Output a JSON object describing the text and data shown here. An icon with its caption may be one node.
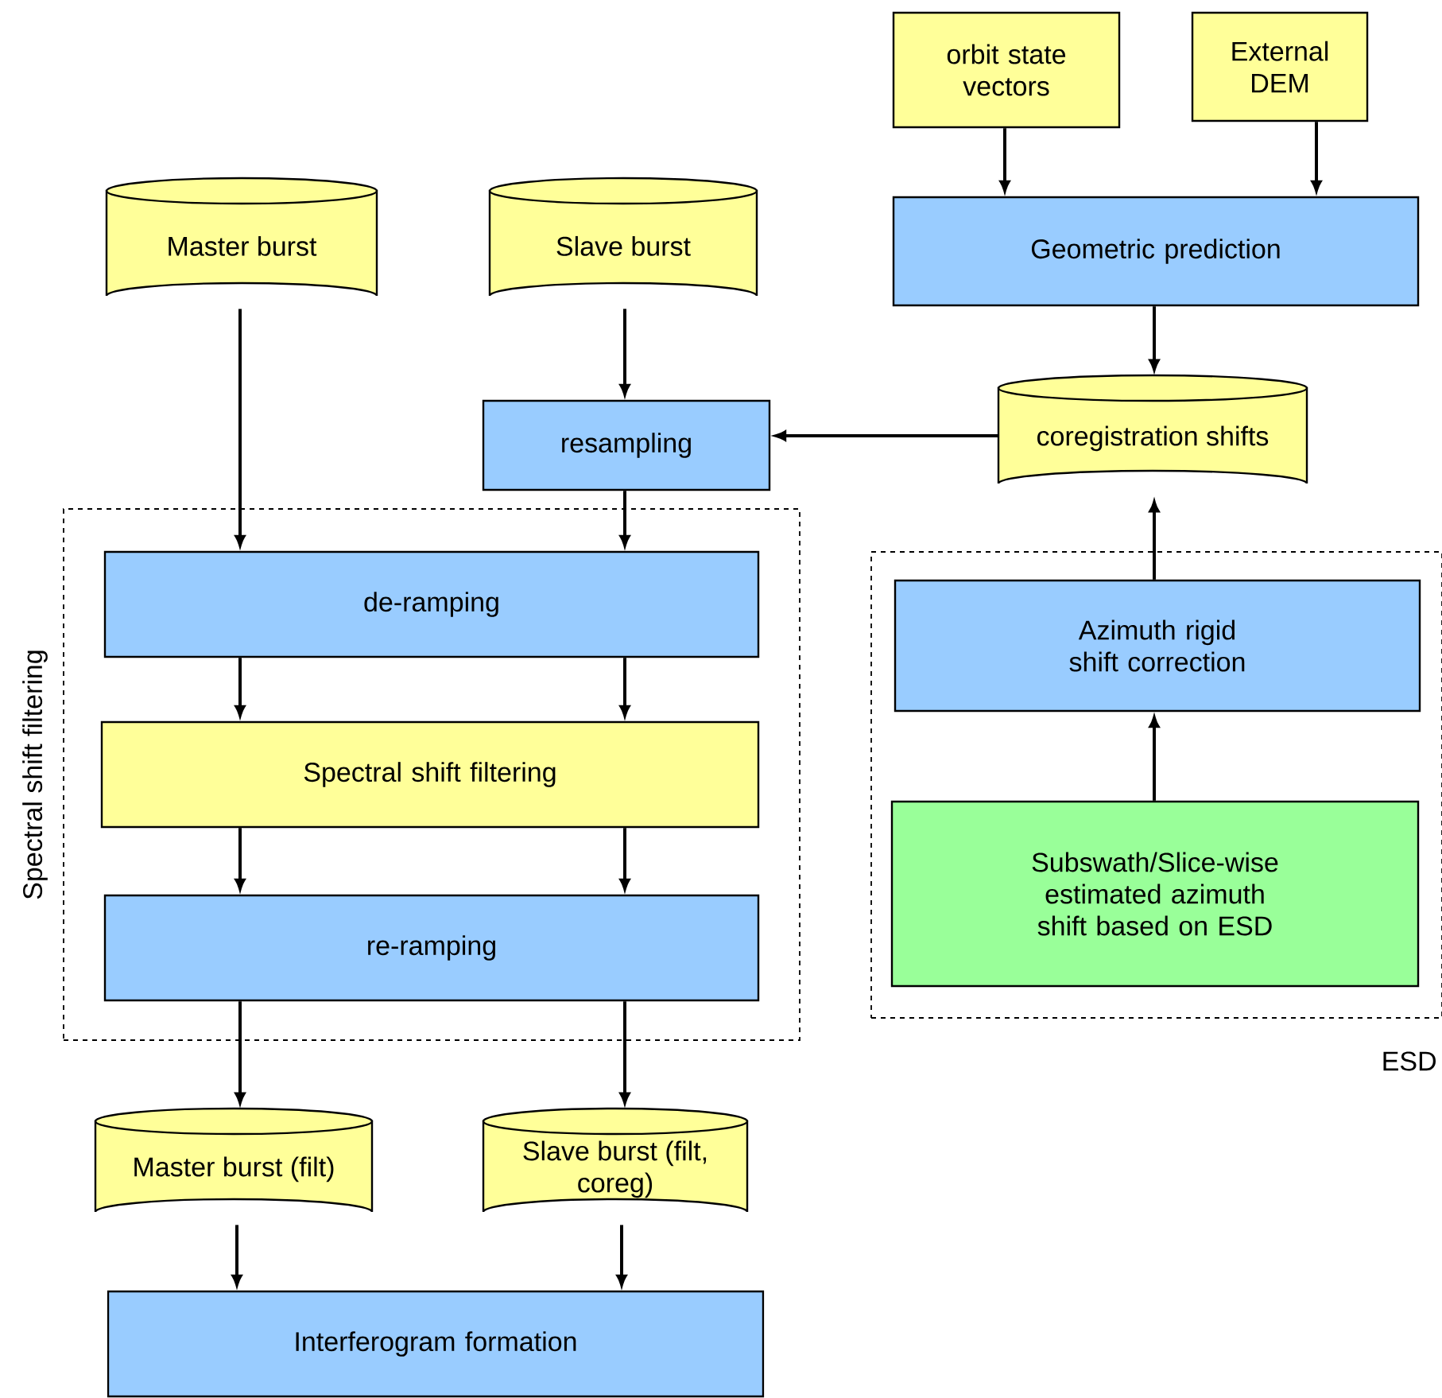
{
  "diagram": {
    "nodes": [
      {
        "text": [
          "orbit state vectors"
        ]
      },
      {
        "text": [
          "External DEM"
        ]
      },
      {
        "text": [
          "Master burst"
        ]
      },
      {
        "text": [
          "Slave burst"
        ]
      },
      {
        "text": [
          "Geometric prediction"
        ]
      },
      {
        "text": [
          "resampling"
        ]
      },
      {
        "text": [
          "coregistration shifts"
        ]
      },
      {
        "text": [
          "Spectral shift filtering"
        ]
      },
      {
        "text": [
          "de-ramping"
        ],
        "in": 7
      },
      {
        "text": [
          "Spectral shift filtering"
        ],
        "in": 7
      },
      {
        "text": [
          "re-ramping"
        ],
        "in": 7
      },
      {
        "text": [
          "ESD"
        ]
      },
      {
        "text": [
          "Azimuth rigid shift correction"
        ],
        "in": 11
      },
      {
        "text": [
          "Subswath/Slice-wise estimated azimuth shift based on ESD"
        ],
        "in": 11
      },
      {
        "text": [
          "Master burst (filt)"
        ]
      },
      {
        "text": [
          "Slave burst (filt, coreg)"
        ]
      },
      {
        "text": [
          "Interferogram formation"
        ]
      }
    ],
    "edges": [
      {
        "from": 0,
        "to": 4,
        "arrow": "to"
      },
      {
        "from": 1,
        "to": 4,
        "arrow": "to"
      },
      {
        "from": 4,
        "to": 6,
        "arrow": "to"
      },
      {
        "from": 6,
        "to": 5,
        "arrow": "to"
      },
      {
        "from": 3,
        "to": 5,
        "arrow": "to"
      },
      {
        "from": 2,
        "to": 8,
        "arrow": "to"
      },
      {
        "from": 5,
        "to": 8,
        "arrow": "to"
      },
      {
        "from": 8,
        "to": 9,
        "arrow": "to"
      },
      {
        "from": 8,
        "to": 9,
        "arrow": "to"
      },
      {
        "from": 9,
        "to": 10,
        "arrow": "to"
      },
      {
        "from": 9,
        "to": 10,
        "arrow": "to"
      },
      {
        "from": 10,
        "to": 14,
        "arrow": "to"
      },
      {
        "from": 10,
        "to": 15,
        "arrow": "to"
      },
      {
        "from": 14,
        "to": 16,
        "arrow": "to"
      },
      {
        "from": 15,
        "to": 16,
        "arrow": "to"
      },
      {
        "from": 13,
        "to": 12,
        "arrow": "to"
      },
      {
        "from": 12,
        "to": 6,
        "arrow": "to"
      }
    ]
  }
}
